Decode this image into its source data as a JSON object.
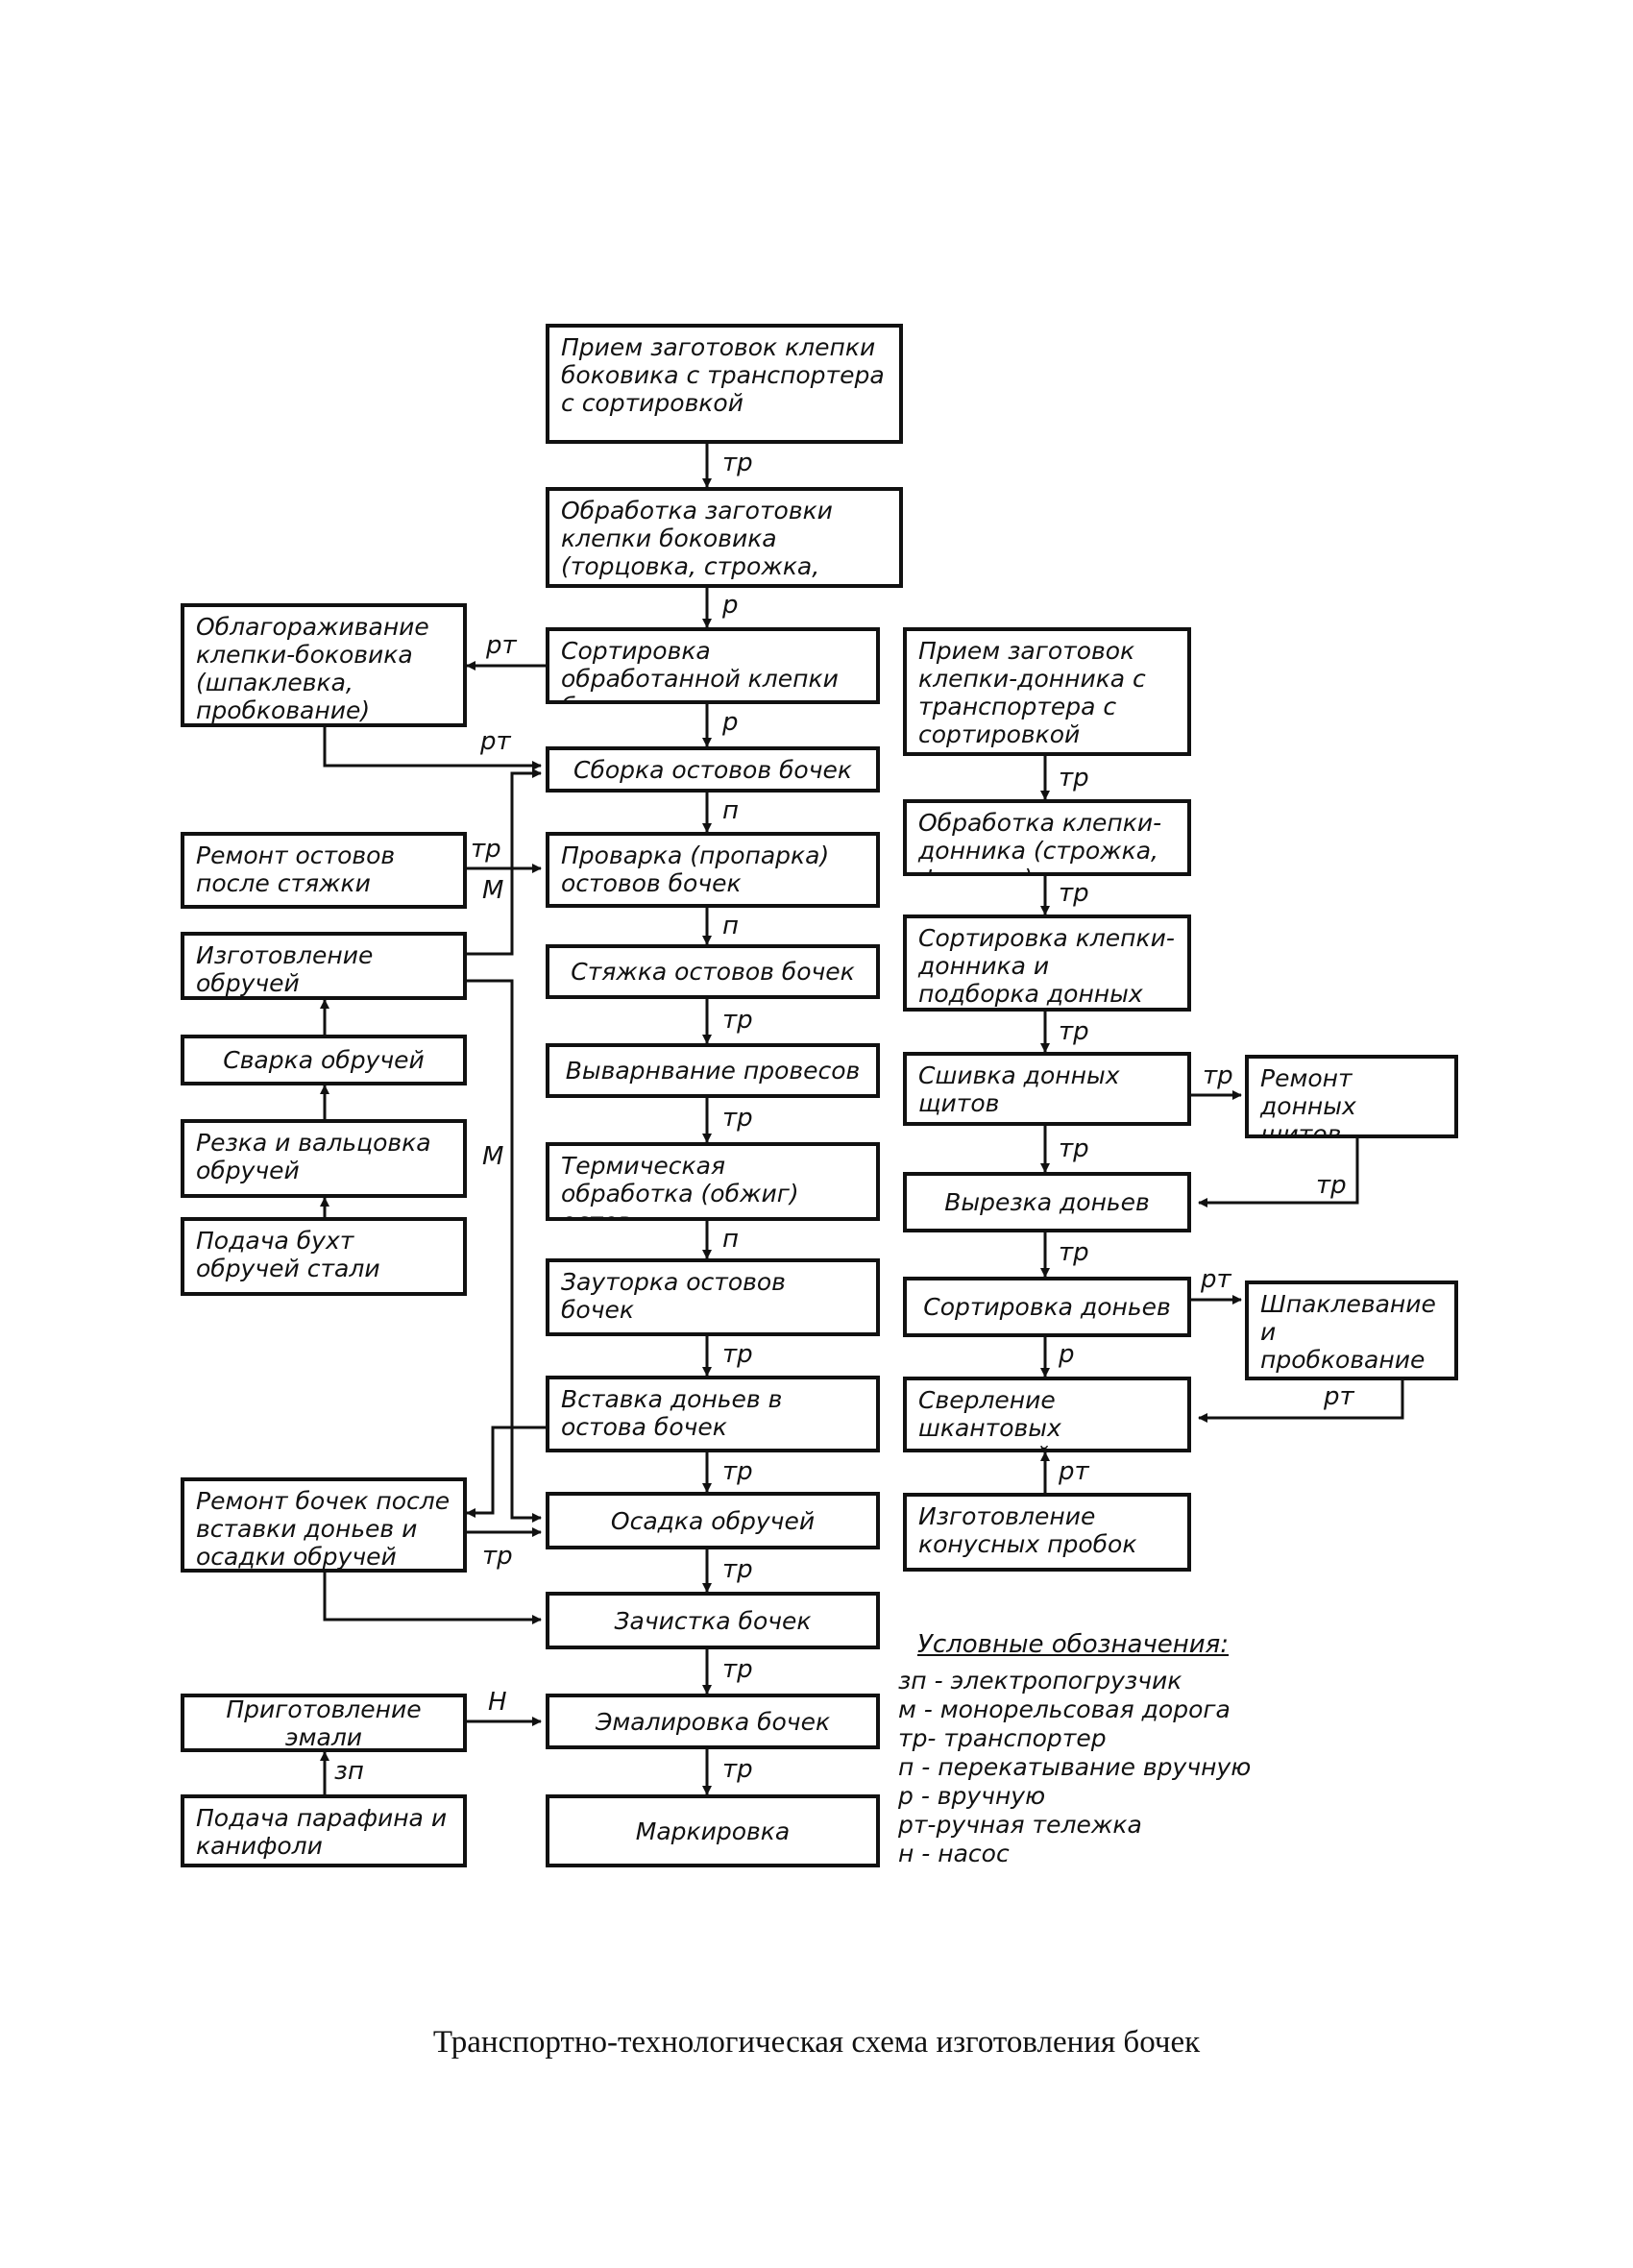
{
  "boxes": {
    "b1": "Прием заготовок клепки боковика с транспортера с сортировкой",
    "b2": "Обработка заготовки клепки боковика (торцовка, строжка, фуговка)",
    "b3": "Сортировка обработанной клепки боковика",
    "b4": "Сборка остовов бочек",
    "b5": "Проварка (пропарка) остовов бочек",
    "b6": "Стяжка остовов бочек",
    "b7": "Выварнвание провесов",
    "b8": "Термическая обработка (обжиг) остов",
    "b9": "Зауторка остовов бочек",
    "b10": "Вставка доньев в остова бочек",
    "b11": "Осадка обручей",
    "b12": "Зачистка бочек",
    "b13": "Эмалировка бочек",
    "b14": "Маркировка",
    "l1": "Облагораживание клепки-боковика (шпаклевка, пробкование)",
    "l2": "Ремонт остовов после стяжки",
    "l3": "Изготовление обручей",
    "l4": "Сварка обручей",
    "l5": "Резка и вальцовка обручей",
    "l6": "Подача бухт обручей стали",
    "l7": "Ремонт бочек после вставки доньев и осадки обручей",
    "l8": "Приготовление эмали",
    "l9": "Подача парафина и канифоли",
    "r1": "Прием заготовок клепки-донника с транспортера с сортировкой",
    "r2": "Обработка клепки-донника (строжка, фуговка)",
    "r3": "Сортировка клепки-донника и подборка донных щитов",
    "r4": "Сшивка донных щитов",
    "r5": "Ремонт донных щитов",
    "r6": "Вырезка доньев",
    "r7": "Сортировка доньев",
    "r8": "Шпаклевание и пробкование доньев",
    "r9": "Сверление шкантовых отверстий",
    "r10": "Изготовление конусных пробок"
  },
  "labels": {
    "tp": "тр",
    "p": "р",
    "pt": "рт",
    "n": "п",
    "m": "М",
    "h": "Н",
    "zp": "зп"
  },
  "legend": {
    "title": "Условные обозначения:",
    "items": [
      "зп - электропогрузчик",
      "м - монорельсовая дорога",
      "тр- транспортер",
      "п - перекатывание вручную",
      "р - вручную",
      "рт-ручная тележка",
      "н - насос"
    ]
  },
  "caption": "Транспортно-технологическая схема изготовления бочек"
}
